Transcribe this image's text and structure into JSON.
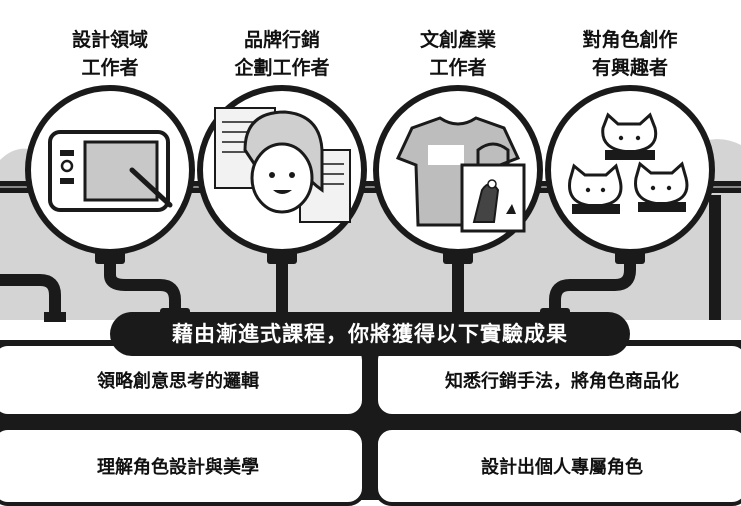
{
  "audiences": [
    {
      "line1": "設計領域",
      "line2": "工作者"
    },
    {
      "line1": "品牌行銷",
      "line2": "企劃工作者"
    },
    {
      "line1": "文創產業",
      "line2": "工作者"
    },
    {
      "line1": "對角色創作",
      "line2": "有興趣者"
    }
  ],
  "banner": {
    "text": "藉由漸進式課程，你將獲得以下實驗成果"
  },
  "outcomes": [
    "領略創意思考的邏輯",
    "知悉行銷手法，將角色商品化",
    "理解角色設計與美學",
    "設計出個人專屬角色"
  ],
  "colors": {
    "ink": "#1a1a1a",
    "gray": "#cfcfcf",
    "light": "#e6e6e6",
    "white": "#ffffff"
  }
}
